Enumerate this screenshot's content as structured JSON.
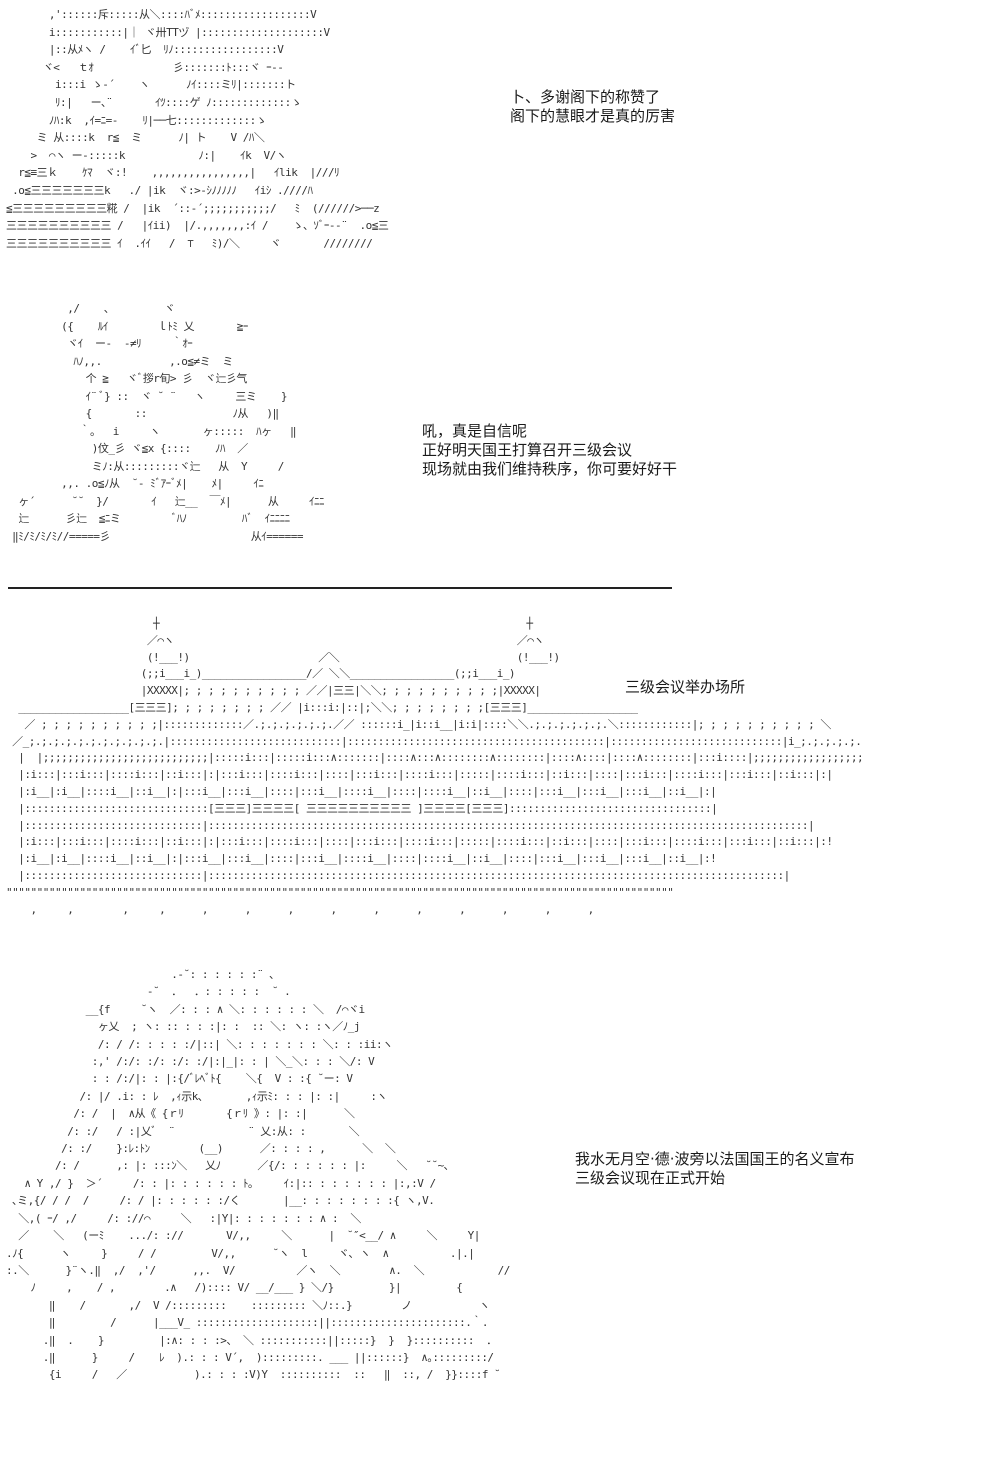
{
  "panels": [
    {
      "art": [
        "       ,'::::::斥:::::从＼::::ﾊﾞﾒ::::::::::::::::::V",
        "       i:::::::::::|｜ ヾ卅TTヅ |::::::::::::::::::::V",
        "       |::从ﾒヽ /    ｲﾞ匕  ﾘﾉ:::::::::::::::::V",
        "      ヾ<   ｔｵ             彡:::::::ﾄ:::ヾ ｰ--",
        "        i:::i ゝ-´    ヽ      ﾉｲ::::ミﾘ|:::::::ト",
        "        ﾘ:|   ー､¨       ｲﾂ::::ゲ ﾉ:::::::::::::ゝ",
        "       ﾉﾊ:k  ,ｲ=ﾆ=-    ﾘ|──七:::::::::::::ゝ",
        "     ミ 从::::k  r≦  ミ      ﾉ| ト    V /ﾊ＼",
        "    >  ⌒ヽ ー-:::::k            ﾉ:|    ｲk  V/ヽ",
        "  r≦≡三ｋ    ｹﾏ  ヾ:!    ,,,,,,,,,,,,,,,,|   ｲlik  |///ﾘ",
        " .o≦三三三三三三三k   ./ |ik  ヾ:>-ｼﾉﾉﾉﾉﾉ   ｲiｼ .////ﾊ",
        "≦三三三三三三三三三糀 /  |ik  ´::-´;;;;;;;;;;;/   ﾐ  (//////>──z",
        "三三三三三三三三三三 /   |ｲii)  |/.,,,,,,,:ｲ /    ゝ、ｿﾞｰ--¨  .o≦三",
        "三三三三三三三三三三 ｲ  .ｲｲ   /  ⊤   ﾐ)/＼     ヾ       ////////"
      ],
      "dialogue": [
        "卜、多谢阁下的称赞了",
        "阁下的慧眼才是真的厉害"
      ]
    },
    {
      "art": [
        "          ,/    ､         ヾ",
        "         ({    ﾙｲ        ｌﾄﾐ 乂       ≧ｰ",
        "          ヾｲ  ー-  -≠ﾘ     ｀ｵｰ",
        "           ﾊﾉ,,.           ,.o≦≠ミ  ミ",
        "             个 ≧   ヾﾞ拶r旬> 彡  ヾ辷彡气",
        "             ｲ¨ ﾞ} ::  ヾ ˘ ¨   ヽ     三ミ    }",
        "             {       ::              ﾉ从   )‖",
        "            ｀。  i     ヽ       ヶ:::::  ﾊヶ   ‖",
        "              )伩_彡 ヾ≦x {::::    ﾉﾊ  ／",
        "              ミﾉ:从:::::::::ヾ辷   从  Y     /",
        "         ,,. .o≦ﾉ从  ˘- ﾐﾞｱｰﾞﾒ|    ﾒ|     ｲﾆ",
        "  ヶ´      ˘˘  }/       ｲ   辷__  ￣ﾒ|      从     ｲﾆﾆ",
        "  辷      彡辷  ≦ﾆミ         ﾞﾊﾉ         ﾊﾞ  ｲﾆﾆﾆﾆ",
        " ‖ﾐ/ﾐ/ﾐ/ﾐ//=====彡                       从ｲ======"
      ],
      "dialogue": [
        "吼，真是自信呢",
        "正好明天国王打算召开三级会议",
        "现场就由我们维持秩序，你可要好好干"
      ]
    },
    {
      "art": [
        "                        ┼                                                            ┼",
        "                       ／⌒ヽ                                                        ／⌒ヽ",
        "                       (!___!)                     ／＼                             (!___!)",
        "                      (;;i___i_)_________________/／ ＼＼_________________(;;i___i_)",
        "                      |XXXXX|; ; ; ; ; ; ; ; ; ; ／／|三三|＼＼; ; ; ; ; ; ; ; ; ;|XXXXX|",
        "  __________________[三三三]; ; ; ; ; ; ; ; ／／ |i:::i:|::|;＼＼; ; ; ; ; ; ; ;[三三三]__________________",
        "   ／ ; ; ; ; ; ; ; ; ; ;|:::::::::::::／.;.;.;.;.;.;.／／ ::::::i_|i::i__|i:i|::::＼＼.;.;.;.;.;.;.＼::::::::::::|; ; ; ; ; ; ; ; ; ; ＼",
        " ／_;.;.;.;.;.;.;.;.;.;.;.|::::::::::::::::::::::::::::|::::::::::::::::::::::::::::::::::::::::::|::::::::::::::::::::::::::::|i_;.;.;.;.;.;.;.;.;.;.;＼",
        "  |  |;;;;;;;;;;;;;;;;;;;;;;;;;;;|:::::i:::|:::::i:::∧:::::::|::::∧:::∧::::::::∧::::::::|::::∧::::|::::∧::::::::|:::i::::|;;;;;;;;;;;;;;;;;;;;;;;;;|",
        "  |:i:::|:::i:::|::::i:::|::i:::|:|:::i:::|::::i:::|::::|:::i:::|::::i:::|:::::|::::i:::|::i:::|::::|:::i:::|::::i:::|:::i:::|::i:::|:|",
        "  |:i__|:i__|::::i__|::i__|:|:::i__|:::i__|::::|:::i__|::::i__|::::|::::i__|::i__|::::|:::i__|:::i__|:::i__|::i__|:|",
        "  |::::::::::::::::::::::::::::::[三三三]三三三三[ 三三三三三三三三三三 ]三三三三[三三三]:::::::::::::::::::::::::::::::::|",
        "  |:::::::::::::::::::::::::::::|::::::::::::::::::::::::::::::::::::::::::::::::::::::::::::::::::::::::::::::::::::::::::::::::::|",
        "  |:i:::|:::i:::|::::i:::|::i:::|:|:::i:::|::::i:::|::::|:::i:::|::::i:::|:::::|::::i:::|::i:::|::::|:::i:::|::::i:::|:::i:::|::i:::|:!",
        "  |:i__|:i__|::::i__|::i__|:|:::i__|:::i__|::::|:::i__|::::i__|::::|::::i__|::i__|::::|:::i__|:::i__|:::i__|::i__|:!",
        "  |:::::::::::::::::::::::::::::|::::::::::::::::::::::::::::::::::::::::::::::::::::::::::::::::::::::::::::::::::::::::::::::|",
        "\"\"\"\"\"\"\"\"\"\"\"\"\"\"\"\"\"\"\"\"\"\"\"\"\"\"\"\"\"\"\"\"\"\"\"\"\"\"\"\"\"\"\"\"\"\"\"\"\"\"\"\"\"\"\"\"\"\"\"\"\"\"\"\"\"\"\"\"\"\"\"\"\"\"\"\"\"\"\"\"\"\"\"\"\"\"\"\"\"\"\"\"\"\"\"\"\"\"\"\"\"\"\"\"\"\"\"\"\"",
        "    ,     ,        ,     ,      ,      ,      ,      ,      ,      ,      ,      ,      ,      ,"
      ],
      "dialogue": [
        "三级会议举办场所"
      ]
    },
    {
      "art": [
        "                           .-˘: : : : : :¨ ､",
        "                       -˘  ．  ．: : : : :  ˘ .",
        "             __{f     ˘ヽ  ／: : : ∧ ＼: : : : : : ＼  /⌒ヾi",
        "               ヶ乂  ; ヽ: :: : : :|: :  :: ＼: ヽ: :ヽ／ﾉ_j",
        "               /: / /: : : : :/|::| ＼: : : : : : : ＼: : :ii:ヽ",
        "              :,' /:/: :/: :/: :/|:|_|: : | ＼_＼: : : ＼/: V",
        "              : : /:/|: : |:{/ﾞﾚﾍﾞﾄ{    ＼{  V : :{ ˘ー: V",
        "            /: |/ .i: : ﾚ  ,ｨ示k､       ,ｨ示ﾐ: : : |: :|     :ヽ",
        "           /: /  |  ∧从《 {ｒﾘ       {ｒﾘ 》: |: :|      ＼",
        "          /: :/   / :|乂ﾞ  ¨            ¨ 乂:从: :       ＼",
        "         /: :/    }:ﾚ:ﾄﾝ        (__)      ／: : : : ,      ＼  ＼",
        "        /: /      ,: |: :::ﾝ＼   乂ﾉ      ／{/: : : : : : |:     ＼   ˘˘~､",
        "   ∧ Y ,/ }  ＞´     /: : |: : : : : : ﾄ｡     ｲ:|:: : : : : : : |:,:V /",
        " ､ミ,{/ / /  /     /: / |: : : : : :/く       |__: : : : : : : :{ ヽ,V.",
        "  ＼,( ｰ/ ,/     /: ://⌒     ＼   :|Y|: : : : : : : ∧ :  ＼",
        "  ／    ＼   (ーﾐ    .../: ://       V/,,     ＼      |  ˘″<__/ ∧     ＼     Y|",
        ".ﾉ{      ヽ     }     / /         V/,,      ˘ヽ  l     ヾ､ ヽ  ∧          .|.|",
        ":.＼      }¨ヽ.‖  ,/  ,'/      ,,.  V/          ／ヽ  ＼        ∧.  ＼            //",
        "    ﾉ     ,    / ,        .∧   /):::: V/ __/___ } ＼/}         }|         {",
        "       ‖    /       ,/  V /:::::::::    ::::::::: ＼ﾉ::.}        ノ           ヽ",
        "       ‖         /      |___V_ ::::::::::::::::::::||::::::::::::::::::::::.｀.",
        "      .‖  .    }         |:∧: : : :>、 ＼ :::::::::::||:::::}  }  }::::::::::  ．",
        "      .‖      }     /    ﾚ  ).: : : V´,  ):::::::::. ___ ||::::::}  ∧｡:::::::::/",
        "       {i     /   ／           ).: : : :V)Y  ::::::::::  ::   ‖  ::, /  }}::::f ˘"
      ],
      "dialogue": [
        "我水无月空·德·波旁以法国国王的名义宣布",
        "三级会议现在正式开始"
      ]
    }
  ]
}
